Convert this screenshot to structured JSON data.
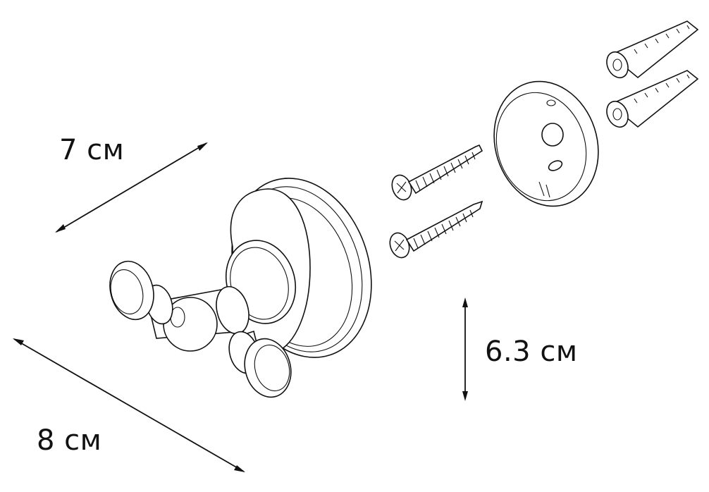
{
  "dimensions": {
    "width_label": "7 см",
    "height_label": "6.3 см",
    "depth_label": "8 см"
  },
  "parts": {
    "screws": 2,
    "wall_plugs": 2
  },
  "line_color": "#111111",
  "background_color": "#ffffff"
}
